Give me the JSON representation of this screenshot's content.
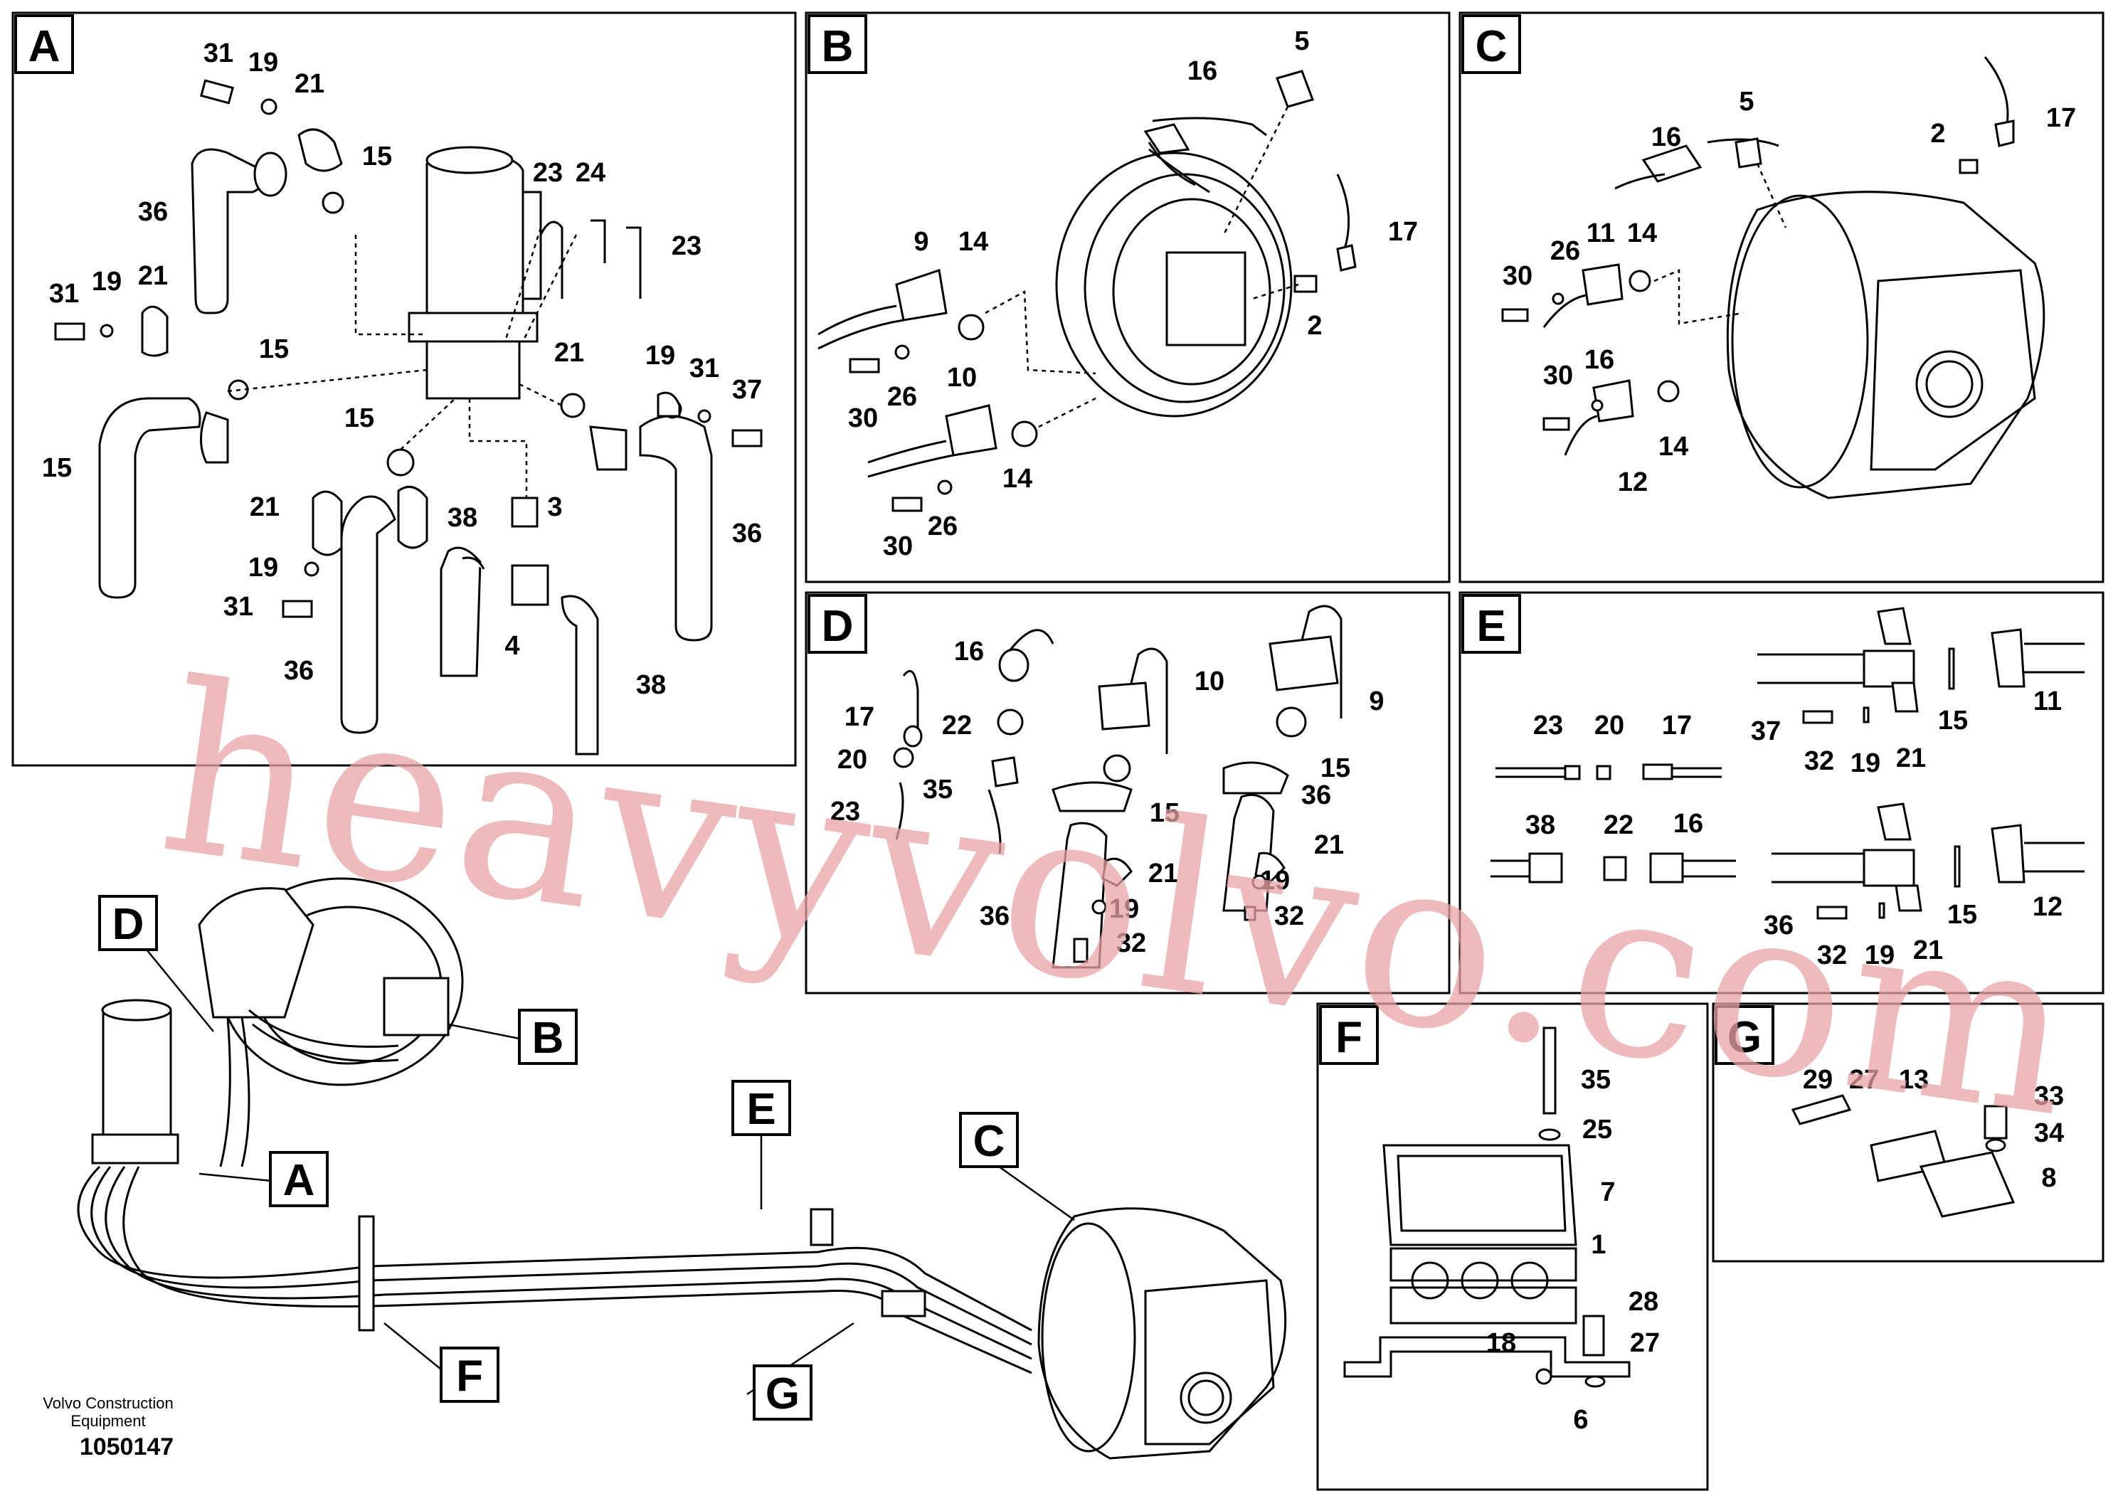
{
  "panels": [
    {
      "letter": "A",
      "labels": [
        "31",
        "19",
        "21",
        "15",
        "23",
        "24",
        "23",
        "36",
        "31",
        "19",
        "21",
        "15",
        "15",
        "21",
        "19",
        "31",
        "37",
        "15",
        "21",
        "19",
        "31",
        "38",
        "3",
        "36",
        "36",
        "4",
        "38"
      ]
    },
    {
      "letter": "B",
      "labels": [
        "16",
        "5",
        "17",
        "9",
        "14",
        "2",
        "10",
        "30",
        "26",
        "14",
        "30",
        "26"
      ]
    },
    {
      "letter": "C",
      "labels": [
        "16",
        "5",
        "2",
        "17",
        "11",
        "14",
        "30",
        "26",
        "30",
        "16",
        "12",
        "14"
      ]
    },
    {
      "letter": "D",
      "labels": [
        "16",
        "10",
        "9",
        "17",
        "22",
        "20",
        "15",
        "23",
        "35",
        "15",
        "36",
        "21",
        "36",
        "21",
        "19",
        "19",
        "32",
        "32"
      ]
    },
    {
      "letter": "E",
      "labels": [
        "23",
        "20",
        "17",
        "37",
        "32",
        "19",
        "21",
        "15",
        "11",
        "38",
        "22",
        "16",
        "36",
        "32",
        "19",
        "21",
        "15",
        "12"
      ]
    },
    {
      "letter": "F",
      "labels": [
        "35",
        "25",
        "7",
        "1",
        "28",
        "18",
        "27",
        "6"
      ]
    },
    {
      "letter": "G",
      "labels": [
        "29",
        "27",
        "13",
        "33",
        "34",
        "8"
      ]
    }
  ],
  "overview_tags": [
    "D",
    "B",
    "A",
    "E",
    "C",
    "F",
    "G"
  ],
  "footer": {
    "company_line1": "Volvo Construction",
    "company_line2": "Equipment",
    "drawing_number": "1050147"
  },
  "watermark": "heavyvolvo.com"
}
